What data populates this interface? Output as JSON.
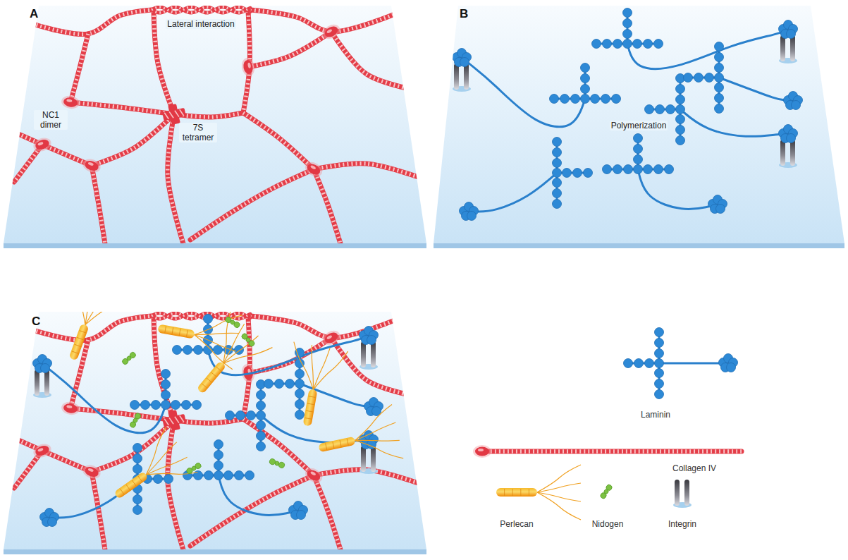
{
  "diagram": {
    "nodes": [
      {
        "text": [
          "A"
        ]
      },
      {
        "text": [
          "B"
        ]
      },
      {
        "text": [
          "C"
        ]
      }
    ],
    "labels": [
      "Lateral interaction",
      "NC1 dimer",
      "7S tetramer",
      "Polymerization"
    ],
    "legend": [
      {
        "text": "Laminin"
      },
      {
        "text": "Collagen IV"
      },
      {
        "text": "Perlecan"
      },
      {
        "text": "Nidogen"
      },
      {
        "text": "Integrin"
      }
    ]
  }
}
